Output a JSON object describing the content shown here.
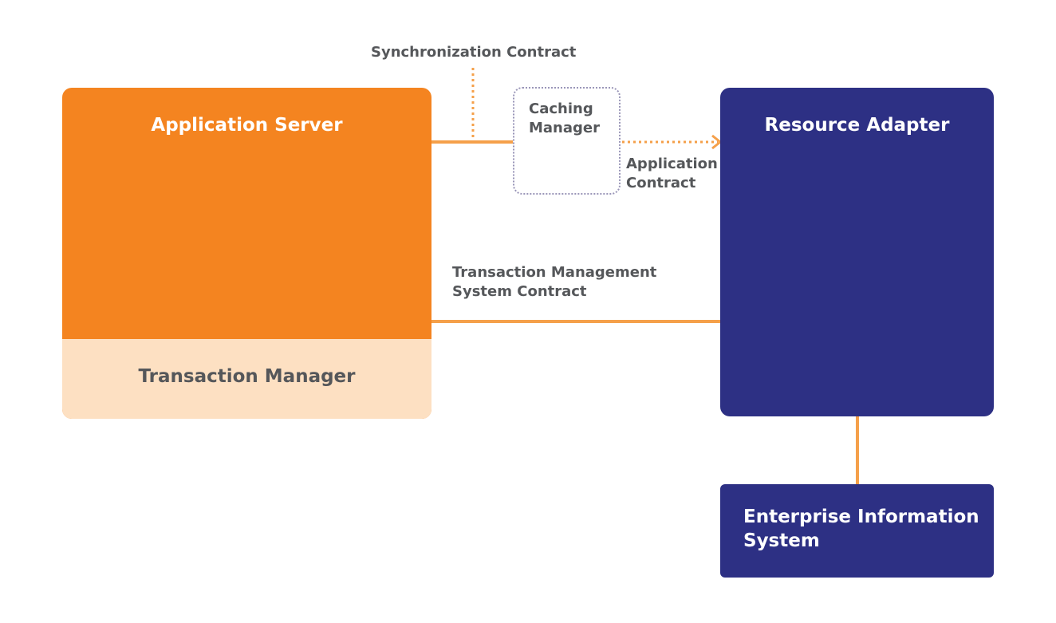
{
  "diagram": {
    "nodes": {
      "application_server": "Application Server",
      "transaction_manager": "Transaction Manager",
      "resource_adapter": "Resource Adapter",
      "caching_manager": "Caching Manager",
      "enterprise_information_system": "Enterprise Information System"
    },
    "labels": {
      "synchronization_contract": "Synchronization Contract",
      "application_contract": "Application Contract",
      "transaction_management_contract": "Transaction Management System Contract"
    },
    "colors": {
      "orange": "#f48420",
      "light_orange": "#fde0c2",
      "navy": "#2d3084",
      "connector": "#f5a04a",
      "text_gray": "#55575a",
      "dotted_border": "#9a96b8"
    },
    "edges": [
      {
        "from": "Application Server",
        "to": "Caching Manager",
        "style": "solid"
      },
      {
        "from": "Synchronization Contract",
        "to": "Application Server connector",
        "style": "dotted"
      },
      {
        "from": "Caching Manager",
        "to": "Resource Adapter",
        "style": "dotted-arrow"
      },
      {
        "from": "Application Server",
        "to": "Resource Adapter",
        "style": "solid"
      },
      {
        "from": "Resource Adapter",
        "to": "Enterprise Information System",
        "style": "solid"
      }
    ]
  }
}
